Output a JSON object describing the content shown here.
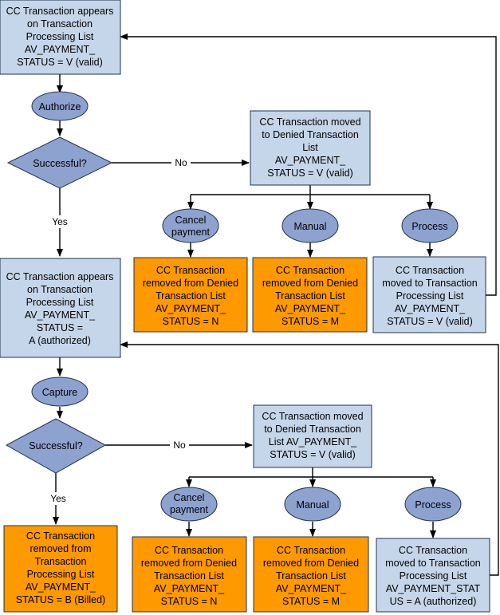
{
  "nodes": {
    "start_box": [
      "CC Transaction appears",
      "on Transaction",
      "Processing List",
      "AV_PAYMENT_",
      "STATUS = V (valid)"
    ],
    "authorize": [
      "Authorize"
    ],
    "decision1": [
      "Successful?"
    ],
    "denied1_box": [
      "CC Transaction moved",
      "to Denied Transaction",
      "List",
      "AV_PAYMENT_",
      "STATUS = V (valid)"
    ],
    "cancel1": [
      "Cancel",
      "payment"
    ],
    "manual1": [
      "Manual"
    ],
    "process1": [
      "Process"
    ],
    "removed_n1": [
      "CC Transaction",
      "removed from Denied",
      "Transaction List",
      "AV_PAYMENT_",
      "STATUS = N"
    ],
    "removed_m1": [
      "CC Transaction",
      "removed from Denied",
      "Transaction List",
      "AV_PAYMENT_",
      "STATUS = M"
    ],
    "moved_v1": [
      "CC Transaction",
      "moved to Transaction",
      "Processing List",
      "AV_PAYMENT_",
      "STATUS = V (valid)"
    ],
    "authorized_box": [
      "CC Transaction appears",
      "on Transaction",
      "Processing List",
      "AV_PAYMENT_",
      "STATUS =",
      "A (authorized)"
    ],
    "capture": [
      "Capture"
    ],
    "decision2": [
      "Successful?"
    ],
    "denied2_box": [
      "CC Transaction moved",
      "to Denied Transaction",
      "List AV_PAYMENT_",
      "STATUS = V (valid)"
    ],
    "cancel2": [
      "Cancel",
      "payment"
    ],
    "manual2": [
      "Manual"
    ],
    "process2": [
      "Process"
    ],
    "billed_box": [
      "CC Transaction",
      "removed from",
      "Transaction",
      "Processing List",
      "AV_PAYMENT_",
      "STATUS = B (Billed)"
    ],
    "removed_n2": [
      "CC Transaction",
      "removed from Denied",
      "Transaction List",
      "AV_PAYMENT_",
      "STATUS = N"
    ],
    "removed_m2": [
      "CC Transaction",
      "removed from Denied",
      "Transaction List",
      "AV_PAYMENT_",
      "STATUS = M"
    ],
    "moved_a2": [
      "CC Transaction",
      "moved  to Transaction",
      "Processing List",
      "AV_PAYMENT_STAT",
      "US = A (authorized)"
    ]
  },
  "edge_labels": {
    "no1": "No",
    "yes1": "Yes",
    "no2": "No",
    "yes2": "Yes"
  },
  "colors": {
    "box_blue": "#c6d6ea",
    "box_orange": "#ff9900",
    "node_fill": "#8ea2cf",
    "border": "#1f3350"
  }
}
